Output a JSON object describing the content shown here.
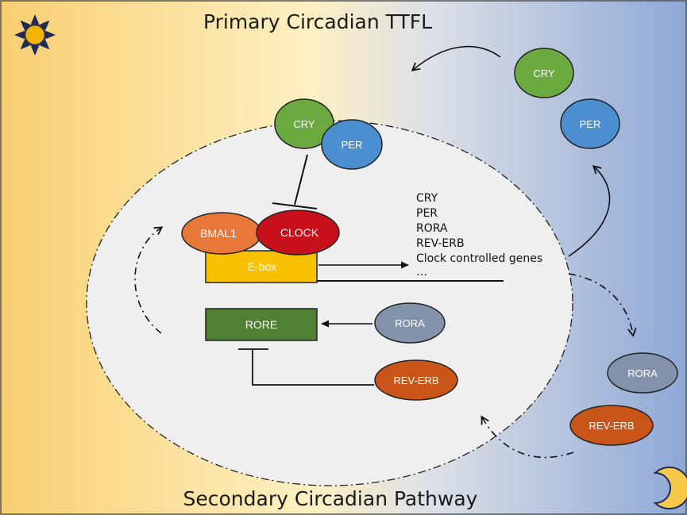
{
  "titles": {
    "top": "Primary Circadian TTFL",
    "bottom": "Secondary Circadian Pathway"
  },
  "nucleus": {
    "cry": "CRY",
    "per": "PER",
    "bmal1": "BMAL1",
    "clock": "CLOCK",
    "ebox": "E-box",
    "rore": "RORE",
    "rora": "RORA",
    "reverb": "REV-ERB"
  },
  "genes": [
    "CRY",
    "PER",
    "RORA",
    "REV-ERB",
    "Clock controlled genes",
    "…"
  ],
  "outside": {
    "cry": "CRY",
    "per": "PER",
    "rora": "RORA",
    "reverb": "REV-ERB"
  },
  "icons": [
    "sun-icon",
    "moon-icon"
  ],
  "colors": {
    "cry": "#6aaa3f",
    "per": "#4b8fd1",
    "bmal1": "#e8783a",
    "clock": "#c8101a",
    "ebox": "#f8c200",
    "rore": "#4f8034",
    "rora": "#8192aa",
    "reverb": "#c95519",
    "bg_left": "#f8cf72",
    "bg_right": "#8ea8d6"
  }
}
